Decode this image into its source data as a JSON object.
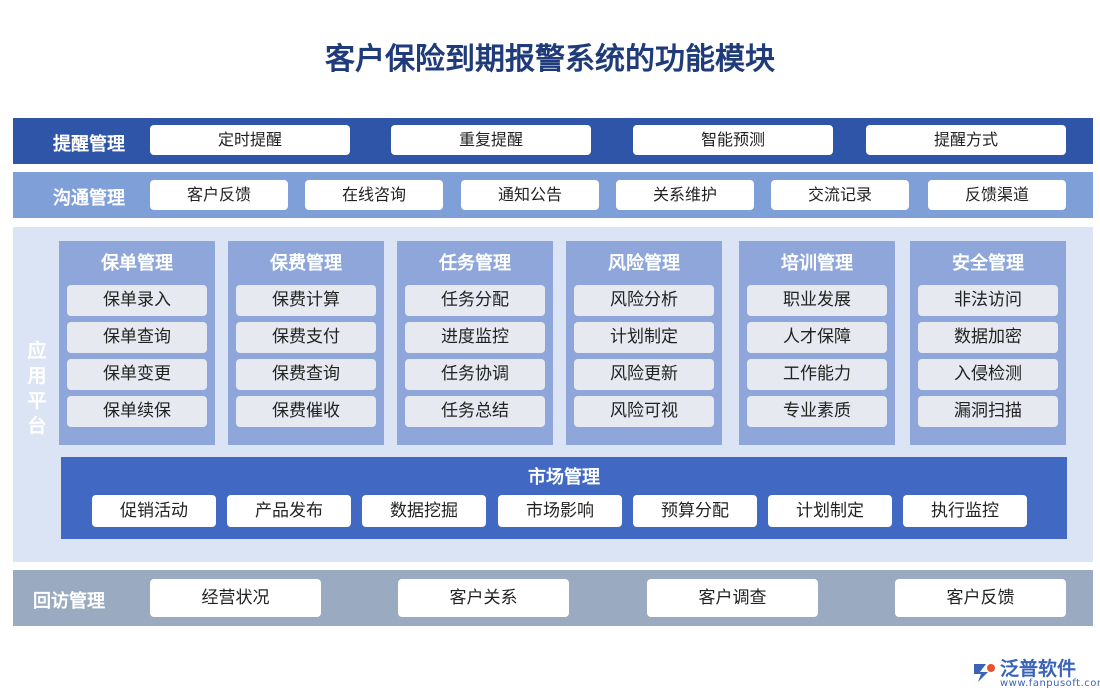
{
  "title": "客户保险到期报警系统的功能模块",
  "reminder": {
    "label": "提醒管理",
    "items": [
      "定时提醒",
      "重复提醒",
      "智能预测",
      "提醒方式"
    ]
  },
  "communication": {
    "label": "沟通管理",
    "items": [
      "客户反馈",
      "在线咨询",
      "通知公告",
      "关系维护",
      "交流记录",
      "反馈渠道"
    ]
  },
  "platform": {
    "label": "应用平台",
    "modules": [
      {
        "title": "保单管理",
        "items": [
          "保单录入",
          "保单查询",
          "保单变更",
          "保单续保"
        ]
      },
      {
        "title": "保费管理",
        "items": [
          "保费计算",
          "保费支付",
          "保费查询",
          "保费催收"
        ]
      },
      {
        "title": "任务管理",
        "items": [
          "任务分配",
          "进度监控",
          "任务协调",
          "任务总结"
        ]
      },
      {
        "title": "风险管理",
        "items": [
          "风险分析",
          "计划制定",
          "风险更新",
          "风险可视"
        ]
      },
      {
        "title": "培训管理",
        "items": [
          "职业发展",
          "人才保障",
          "工作能力",
          "专业素质"
        ]
      },
      {
        "title": "安全管理",
        "items": [
          "非法访问",
          "数据加密",
          "入侵检测",
          "漏洞扫描"
        ]
      }
    ],
    "market": {
      "title": "市场管理",
      "items": [
        "促销活动",
        "产品发布",
        "数据挖掘",
        "市场影响",
        "预算分配",
        "计划制定",
        "执行监控"
      ]
    }
  },
  "visit": {
    "label": "回访管理",
    "items": [
      "经营状况",
      "客户关系",
      "客户调查",
      "客户反馈"
    ]
  },
  "brand": {
    "name": "泛普软件",
    "url": "www.fanpusoft.com",
    "logo_icon": "fanpu-logo-icon"
  },
  "colors": {
    "title": "#1f3b7a",
    "reminder_band": "#2f55a8",
    "communication_band": "#7f9fd8",
    "platform_bg": "#dbe4f5",
    "module_bg": "#8ea6d9",
    "market_bg": "#4169c4",
    "visit_band": "#9aaac0"
  }
}
